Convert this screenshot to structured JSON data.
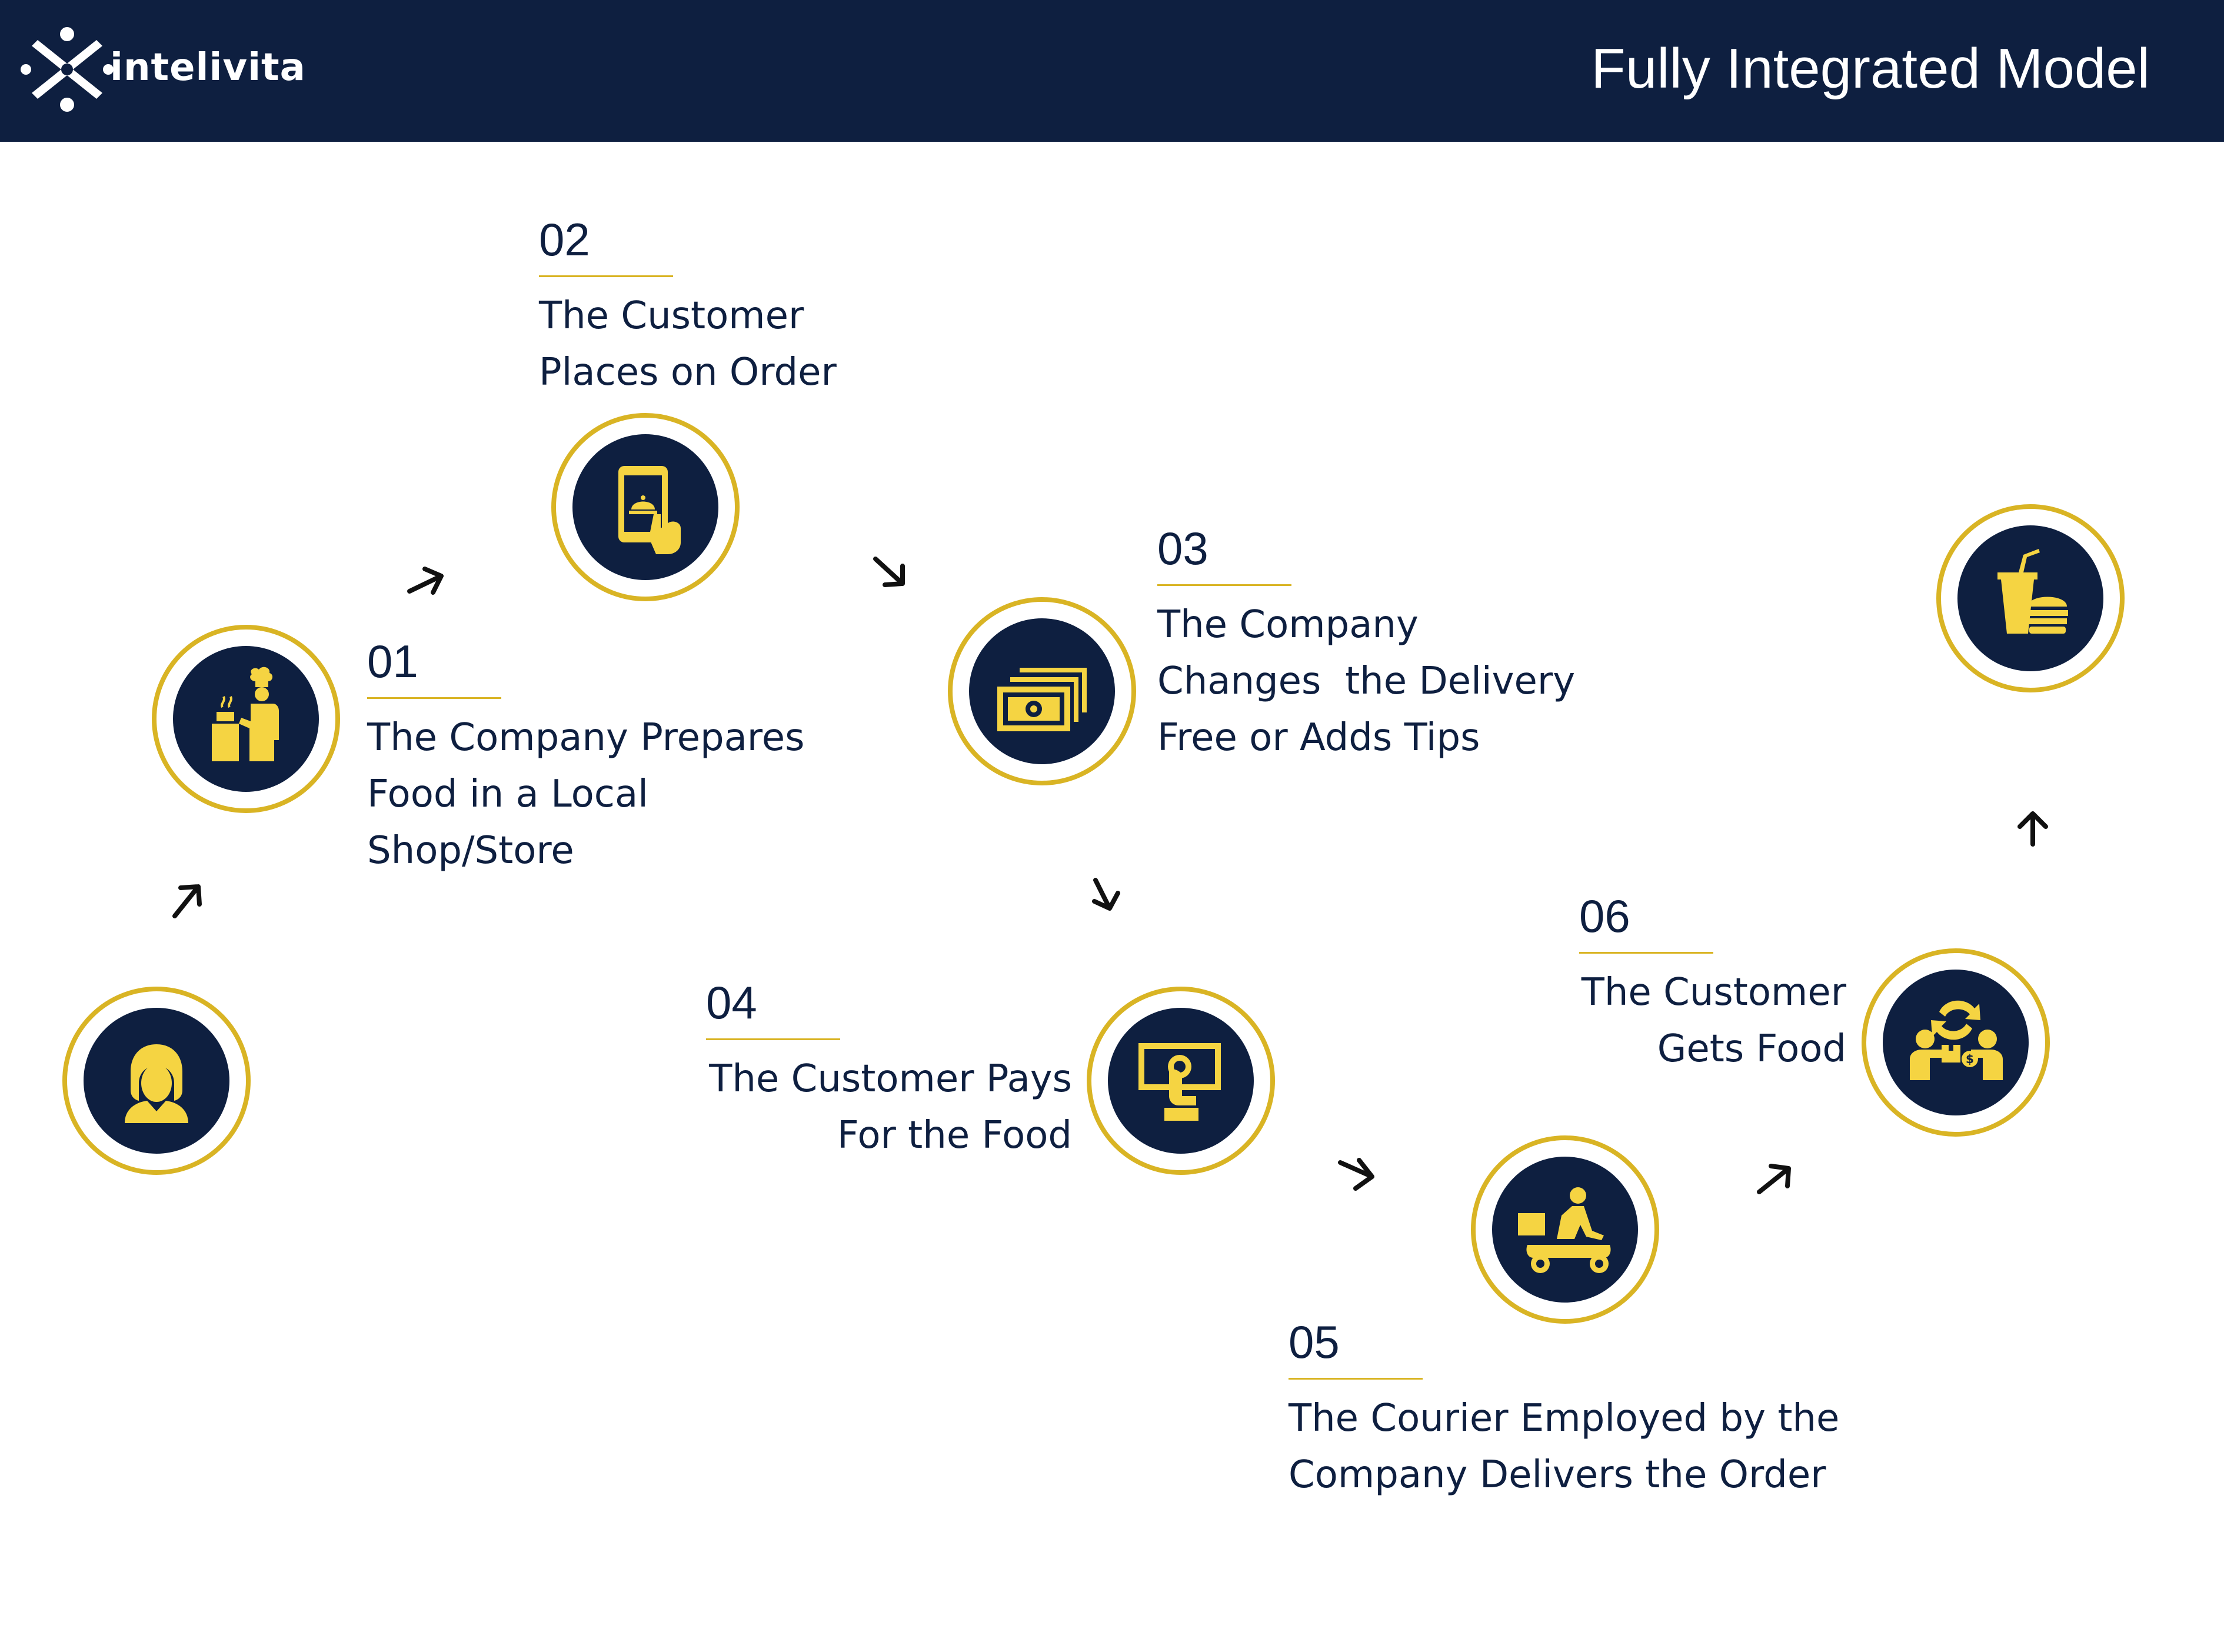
{
  "header": {
    "brand": "intelivita",
    "title": "Fully Integrated Model"
  },
  "colors": {
    "navy": "#0e1f40",
    "gold": "#d9b424",
    "icon": "#f5d442"
  },
  "steps": [
    {
      "num": "01",
      "text": "The Company Prepares\nFood in a Local\nShop/Store",
      "icon": "chef-icon"
    },
    {
      "num": "02",
      "text": "The Customer\nPlaces on Order",
      "icon": "tablet-order-icon"
    },
    {
      "num": "03",
      "text": "The Company\nChanges  the Delivery\nFree or Adds Tips",
      "icon": "cash-stack-icon"
    },
    {
      "num": "04",
      "text": "The Customer Pays\nFor the Food",
      "icon": "hand-cash-icon"
    },
    {
      "num": "05",
      "text": "The Courier Employed by the\nCompany Delivers the Order",
      "icon": "delivery-scooter-icon"
    },
    {
      "num": "06",
      "text": "The Customer\nGets Food",
      "icon": "exchange-icon"
    }
  ],
  "start_icon": "customer-icon",
  "end_icon": "fast-food-icon"
}
